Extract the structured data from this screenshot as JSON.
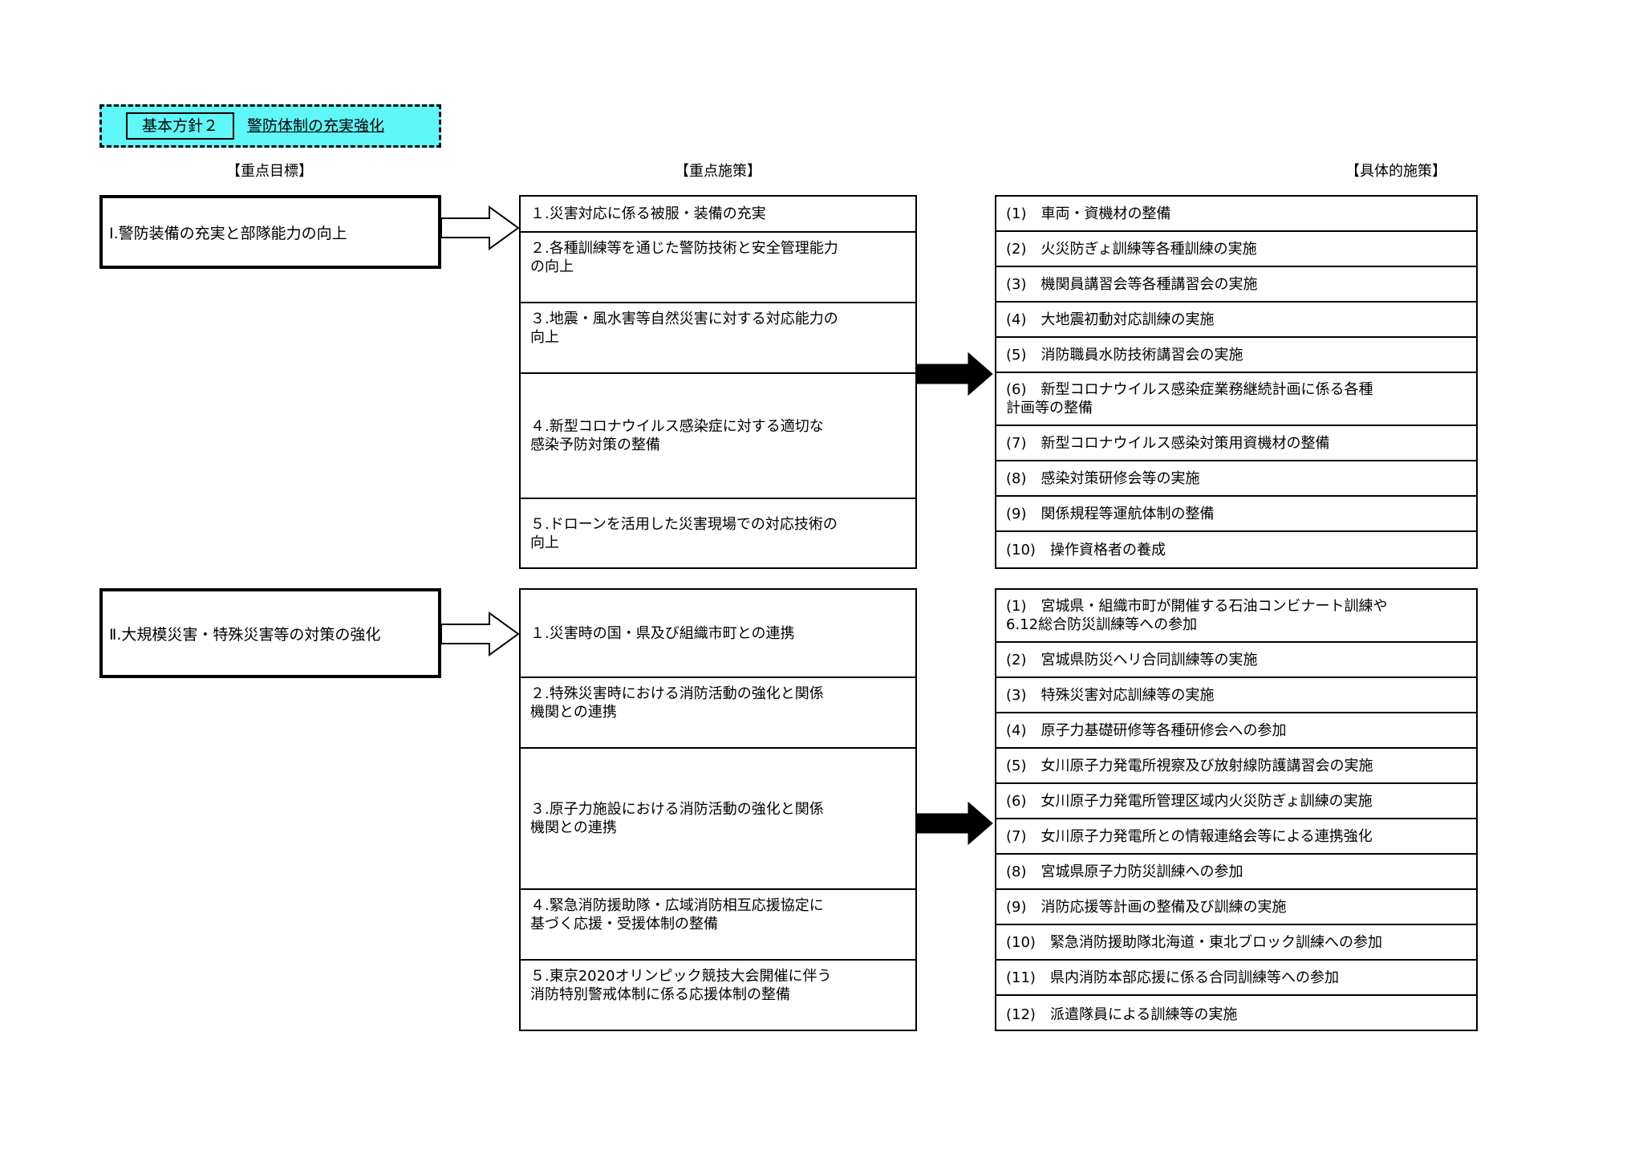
{
  "header": {
    "policy_label": "基本方針２",
    "policy_title": "警防体制の充実強化"
  },
  "column_headers": {
    "goals": "【重点目標】",
    "measures": "【重点施策】",
    "specific": "【具体的施策】"
  },
  "sections": [
    {
      "goal": "Ⅰ.警防装備の充実と部隊能力の向上",
      "measures": [
        "１.災害対応に係る被服・装備の充実",
        "２.各種訓練等を通じた警防技術と安全管理能力\nの向上",
        "３.地震・風水害等自然災害に対する対応能力の\n向上",
        "４.新型コロナウイルス感染症に対する適切な\n感染予防対策の整備",
        "５.ドローンを活用した災害現場での対応技術の\n向上"
      ],
      "specific": [
        "(1)　車両・資機材の整備",
        "(2)　火災防ぎょ訓練等各種訓練の実施",
        "(3)　機関員講習会等各種講習会の実施",
        "(4)　大地震初動対応訓練の実施",
        "(5)　消防職員水防技術講習会の実施",
        "(6)　新型コロナウイルス感染症業務継続計画に係る各種\n計画等の整備",
        "(7)　新型コロナウイルス感染対策用資機材の整備",
        "(8)　感染対策研修会等の実施",
        "(9)　関係規程等運航体制の整備",
        "(10)　操作資格者の養成"
      ]
    },
    {
      "goal": "Ⅱ.大規模災害・特殊災害等の対策の強化",
      "measures": [
        "１.災害時の国・県及び組織市町との連携",
        "２.特殊災害時における消防活動の強化と関係\n機関との連携",
        "３.原子力施設における消防活動の強化と関係\n機関との連携",
        "４.緊急消防援助隊・広域消防相互応援協定に\n基づく応援・受援体制の整備",
        "５.東京2020オリンピック競技大会開催に伴う\n消防特別警戒体制に係る応援体制の整備"
      ],
      "specific": [
        "(1)　宮城県・組織市町が開催する石油コンビナート訓練や\n6.12総合防災訓練等への参加",
        "(2)　宮城県防災ヘリ合同訓練等の実施",
        "(3)　特殊災害対応訓練等の実施",
        "(4)　原子力基礎研修等各種研修会への参加",
        "(5)　女川原子力発電所視察及び放射線防護講習会の実施",
        "(6)　女川原子力発電所管理区域内火災防ぎょ訓練の実施",
        "(7)　女川原子力発電所との情報連絡会等による連携強化",
        "(8)　宮城県原子力防災訓練への参加",
        "(9)　消防応援等計画の整備及び訓練の実施",
        "(10)　緊急消防援助隊北海道・東北ブロック訓練への参加",
        "(11)　県内消防本部応援に係る合同訓練等への参加",
        "(12)　派遣隊員による訓練等の実施"
      ]
    }
  ]
}
